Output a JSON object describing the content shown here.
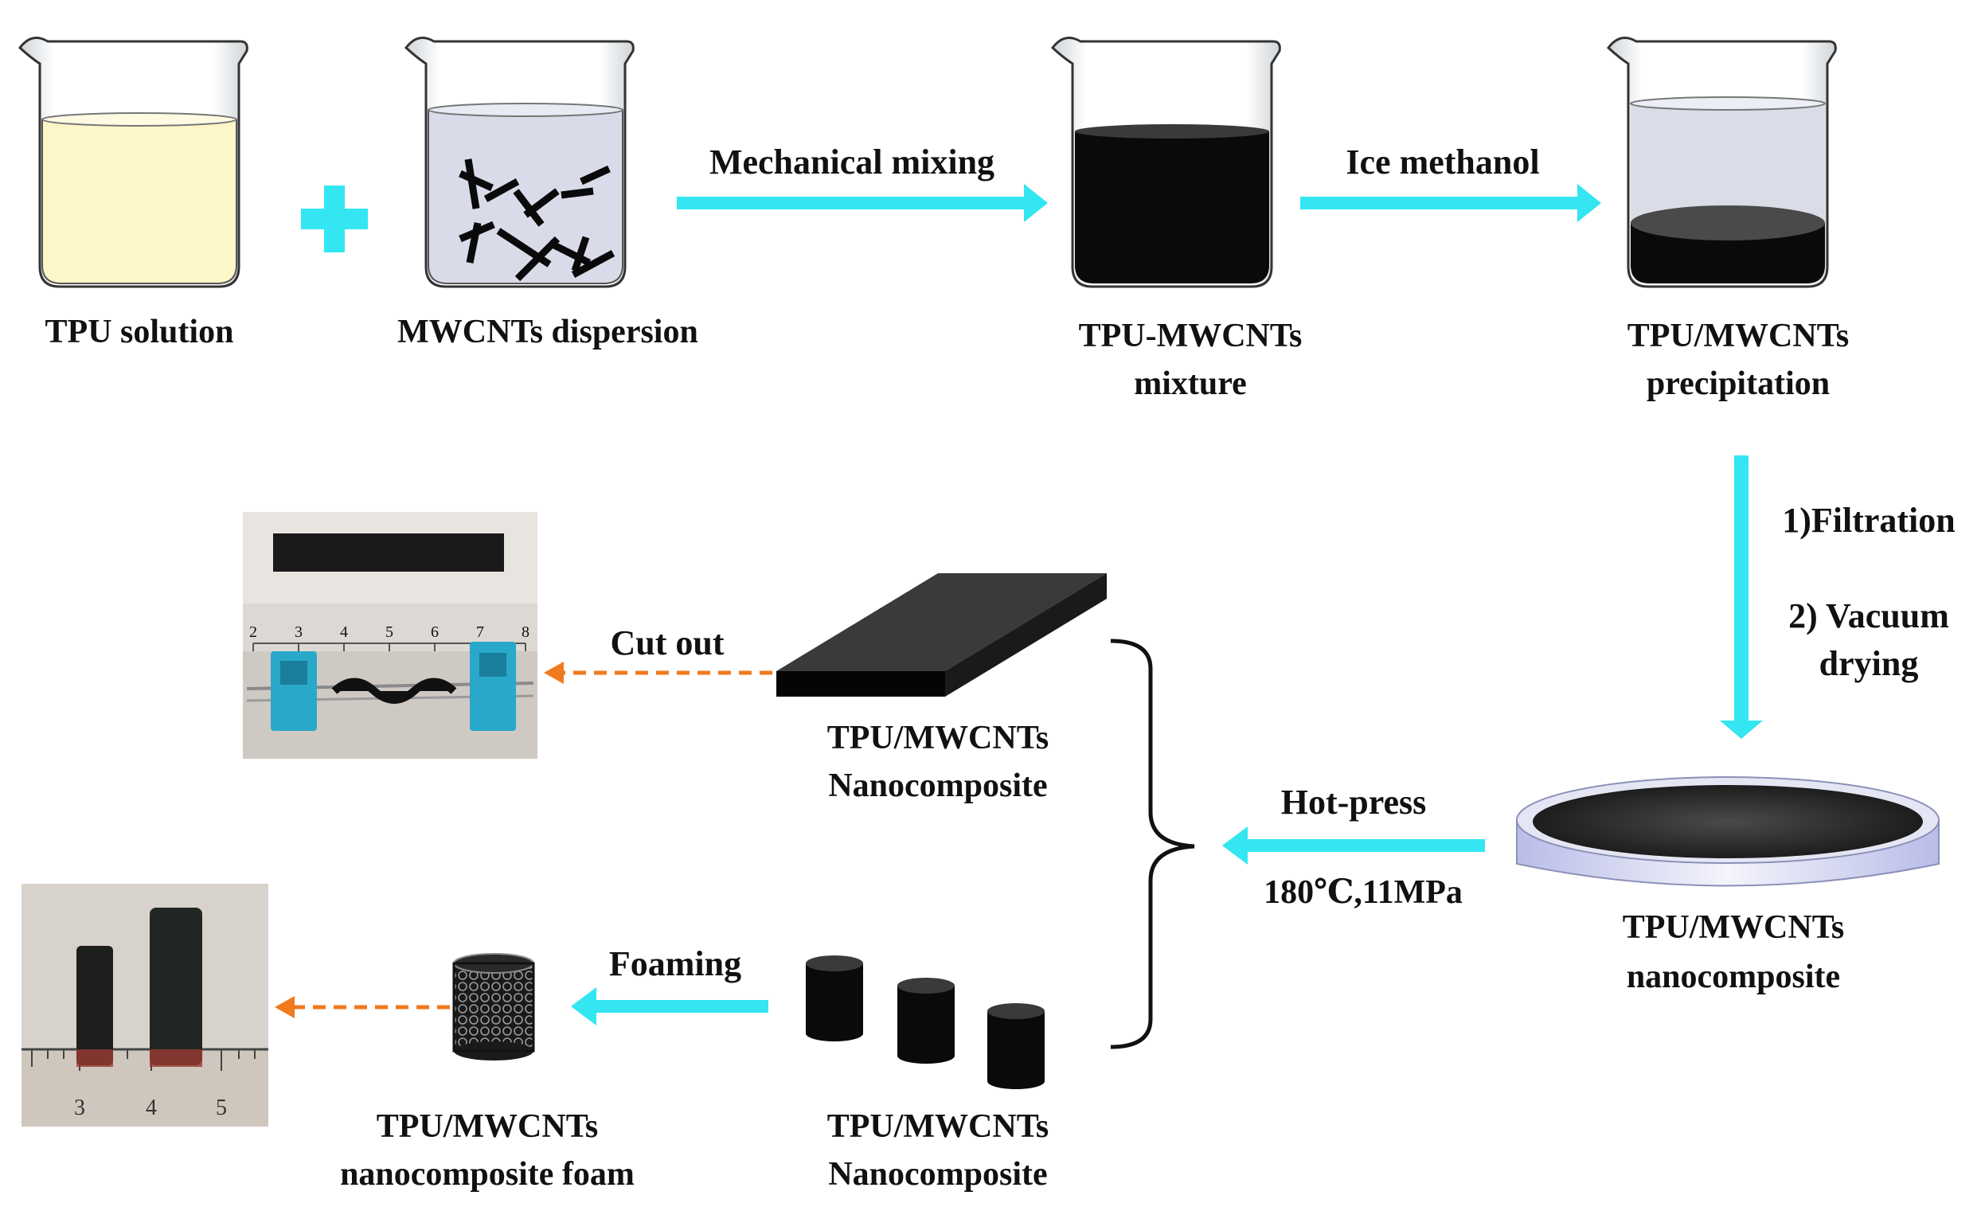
{
  "steps": {
    "tpu_solution": "TPU solution",
    "mwcnts_dispersion": "MWCNTs dispersion",
    "mixture_line1": "TPU-MWCNTs",
    "mixture_line2": "mixture",
    "precip_line1": "TPU/MWCNTs",
    "precip_line2": "precipitation",
    "nano_dish_line1": "TPU/MWCNTs",
    "nano_dish_line2": "nanocomposite",
    "sheet_line1": "TPU/MWCNTs",
    "sheet_line2": "Nanocomposite",
    "cyl_line1": "TPU/MWCNTs",
    "cyl_line2": "Nanocomposite",
    "foam_line1": "TPU/MWCNTs",
    "foam_line2": "nanocomposite foam"
  },
  "arrows": {
    "mechanical_mixing": "Mechanical mixing",
    "ice_methanol": "Ice methanol",
    "filtration": "1)Filtration",
    "vacuum_line1": "2) Vacuum",
    "vacuum_line2": "drying",
    "hot_press": "Hot-press",
    "hot_press_conditions": "180℃,11MPa",
    "cut_out": "Cut out",
    "foaming": "Foaming"
  },
  "ruler_top": {
    "ticks": [
      "2",
      "3",
      "4",
      "5",
      "6",
      "7",
      "8"
    ]
  },
  "ruler_bottom": {
    "ticks": [
      "3",
      "4",
      "5"
    ]
  },
  "colors": {
    "arrow": "#33e6f2",
    "dashed_arrow": "#f07a1e",
    "tpu_liquid": "#fdf6c8",
    "dispersion_liquid": "#d9dbe9",
    "black": "#0a0a0a",
    "clip": "#29a8c9"
  }
}
